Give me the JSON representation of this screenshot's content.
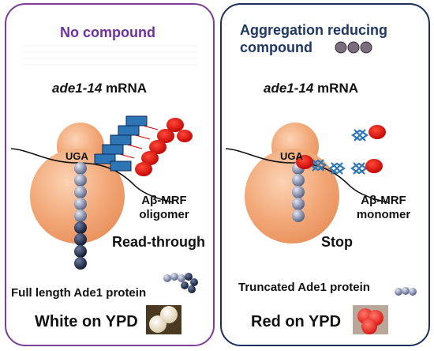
{
  "left_panel": {
    "title": "No compound",
    "mrna_italic": "ade1-14",
    "mrna_rest": " mRNA",
    "codon": "UGA",
    "oligomer_label_line1": "Aβ-MRF",
    "oligomer_label_line2": "oligomer",
    "outcome": "Read-through",
    "protein": "Full length Ade1 protein",
    "ypd": "White on YPD"
  },
  "right_panel": {
    "title_line1": "Aggregation reducing",
    "title_line2": "compound",
    "mrna_italic": "ade1-14",
    "mrna_rest": " mRNA",
    "codon": "UGA",
    "monomer_label_line1": "Aβ-MRF",
    "monomer_label_line2": "monomer",
    "outcome": "Stop",
    "protein": "Truncated Ade1 protein",
    "ypd": "Red on YPD"
  },
  "colors": {
    "left_border": "#7d3c98",
    "right_border": "#1c2f5e",
    "ribosome": "#f0a878",
    "abeta_block": "#2e75b6",
    "mrf_red": "#e00000"
  }
}
